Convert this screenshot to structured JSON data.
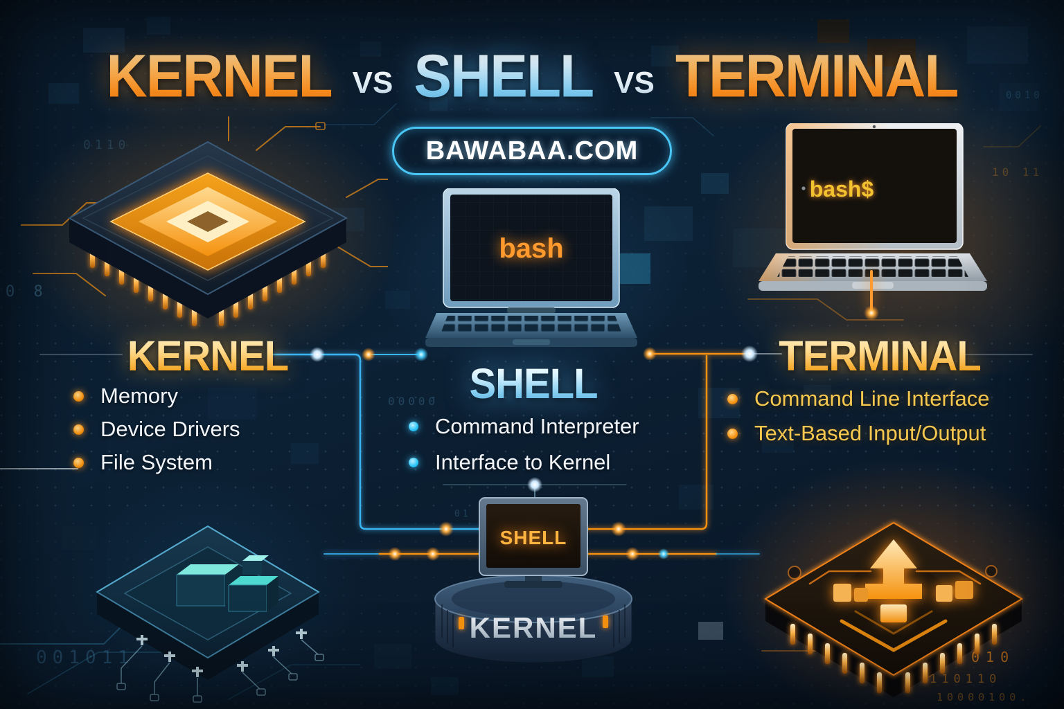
{
  "title": {
    "word1": "KERNEL",
    "vs1": "VS",
    "word2": "SHELL",
    "vs2": "VS",
    "word3": "TERMINAL"
  },
  "badge": {
    "label": "BAWABAA.COM"
  },
  "sections": {
    "kernel": {
      "heading": "KERNEL",
      "items": [
        "Memory",
        "Device Drivers",
        "File System"
      ]
    },
    "shell": {
      "heading": "SHELL",
      "items": [
        "Command Interpreter",
        "Interface to Kernel"
      ]
    },
    "terminal": {
      "heading": "TERMINAL",
      "items": [
        "Command Line Interface",
        "Text-Based Input/Output"
      ]
    }
  },
  "illustrations": {
    "shell_laptop_screen": "bash",
    "terminal_laptop_screen": "bash$",
    "monitor_screen_label": "SHELL",
    "pedestal_label": "KERNEL"
  },
  "colors": {
    "background": "#0a1a2b",
    "accent_orange": "#f5920f",
    "accent_cyan": "#35c3f2",
    "accent_gold": "#ffc24d",
    "text_white": "#f2f6fa"
  },
  "decor": {
    "binary": [
      "001011",
      "010",
      "110110",
      "10000100.",
      "00000",
      "0110",
      "10 11",
      "0 8",
      "0010",
      "01 0"
    ]
  }
}
